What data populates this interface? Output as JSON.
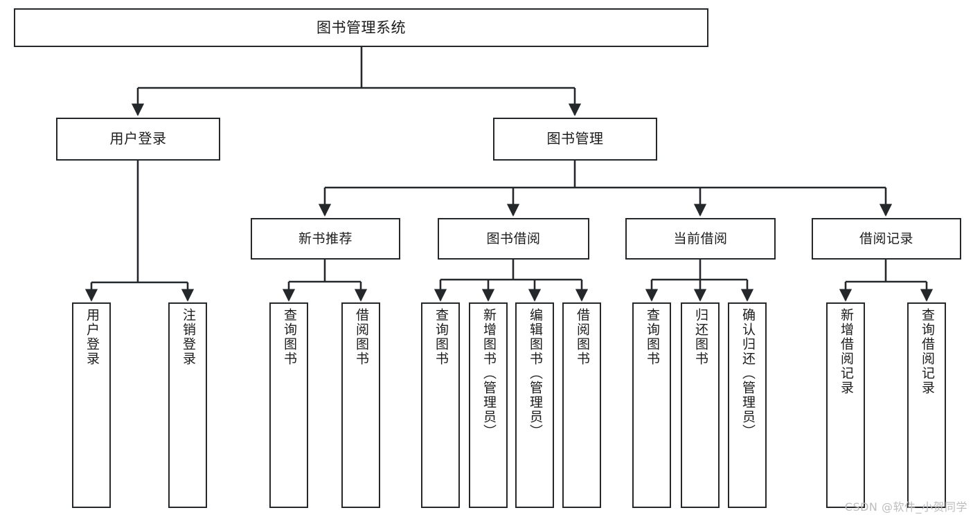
{
  "diagram": {
    "title": "图书管理系统",
    "type": "tree-hierarchy",
    "edge_color": "#25282b",
    "box_border_color": "#25282b",
    "box_fill_color": "#ffffff",
    "root": {
      "id": "root",
      "label": "图书管理系统"
    },
    "level1": [
      {
        "id": "user-login",
        "label": "用户登录"
      },
      {
        "id": "book-management",
        "label": "图书管理"
      }
    ],
    "level2": [
      {
        "id": "new-book-recommend",
        "label": "新书推荐",
        "parent": "book-management"
      },
      {
        "id": "book-borrow",
        "label": "图书借阅",
        "parent": "book-management"
      },
      {
        "id": "current-borrow",
        "label": "当前借阅",
        "parent": "book-management"
      },
      {
        "id": "borrow-record",
        "label": "借阅记录",
        "parent": "book-management"
      }
    ],
    "leaves": {
      "user_login": [
        {
          "id": "leaf-user-login",
          "label": "用户登录"
        },
        {
          "id": "leaf-user-logout",
          "label": "注销登录"
        }
      ],
      "new_book_recommend": [
        {
          "id": "leaf-query-book-1",
          "label": "查询图书"
        },
        {
          "id": "leaf-borrow-book-1",
          "label": "借阅图书"
        }
      ],
      "book_borrow": [
        {
          "id": "leaf-query-book-2",
          "label": "查询图书"
        },
        {
          "id": "leaf-add-book",
          "label": "新增图书（管理员）"
        },
        {
          "id": "leaf-edit-book",
          "label": "编辑图书（管理员）"
        },
        {
          "id": "leaf-borrow-book-2",
          "label": "借阅图书"
        }
      ],
      "current_borrow": [
        {
          "id": "leaf-query-book-3",
          "label": "查询图书"
        },
        {
          "id": "leaf-return-book",
          "label": "归还图书"
        },
        {
          "id": "leaf-confirm-return",
          "label": "确认归还（管理员）"
        }
      ],
      "borrow_record": [
        {
          "id": "leaf-add-record",
          "label": "新增借阅记录"
        },
        {
          "id": "leaf-query-record",
          "label": "查询借阅记录"
        }
      ]
    }
  },
  "watermark": {
    "text": "CSDN @软件_小贺同学",
    "color": "#bdbdbd"
  }
}
